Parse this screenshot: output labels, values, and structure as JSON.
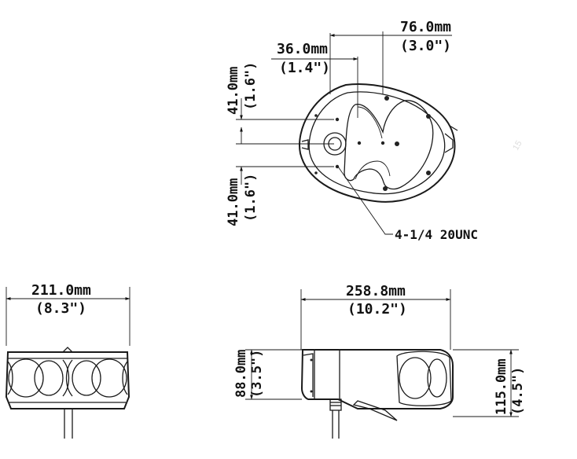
{
  "top_view": {
    "dim_offset_mm": "36.0mm",
    "dim_offset_in": "(1.4\")",
    "dim_width_mm": "76.0mm",
    "dim_width_in": "(3.0\")",
    "dim_upper_mm": "41.0mm",
    "dim_upper_in": "(1.6\")",
    "dim_lower_mm": "41.0mm",
    "dim_lower_in": "(1.6\")",
    "thread_label": "4-1/4 20UNC",
    "watermark": "15"
  },
  "front_view": {
    "dim_width_mm": "211.0mm",
    "dim_width_in": "(8.3\")"
  },
  "side_view": {
    "dim_length_mm": "258.8mm",
    "dim_length_in": "(10.2\")",
    "dim_body_height_mm": "88.0mm",
    "dim_body_height_in": "(3.5\")",
    "dim_total_height_mm": "115.0mm",
    "dim_total_height_in": "(4.5\")"
  }
}
